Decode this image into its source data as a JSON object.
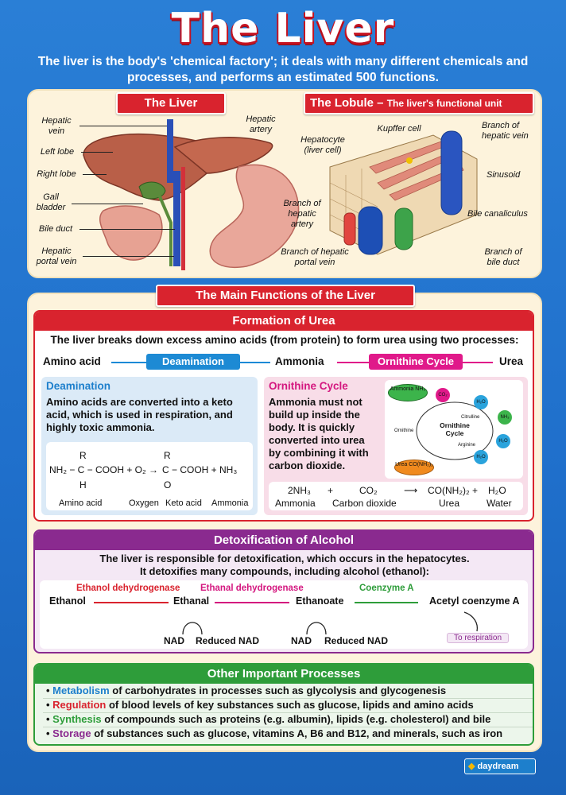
{
  "title": "The Liver",
  "subtitle": "The liver is the body's 'chemical factory'; it deals with many different chemicals and processes, and performs an estimated 500 functions.",
  "top_panel": {
    "liver_label": "The Liver",
    "lobule_label": "The Lobule",
    "lobule_sub": "The liver's functional unit",
    "liver_parts": {
      "hepatic_vein": "Hepatic vein",
      "left_lobe": "Left lobe",
      "right_lobe": "Right lobe",
      "gall_bladder": "Gall bladder",
      "bile_duct": "Bile duct",
      "hepatic_portal_vein": "Hepatic portal vein",
      "hepatic_artery": "Hepatic artery"
    },
    "lobule_parts": {
      "hepatocyte": "Hepatocyte (liver cell)",
      "kupffer": "Kupffer cell",
      "branch_hepatic_vein": "Branch of hepatic vein",
      "sinusoid": "Sinusoid",
      "bile_canaliculus": "Bile canaliculus",
      "branch_hepatic_artery": "Branch of hepatic artery",
      "branch_portal_vein": "Branch of hepatic portal vein",
      "branch_bile_duct": "Branch of bile duct"
    }
  },
  "main_functions_label": "The Main Functions of the Liver",
  "urea": {
    "header": "Formation of Urea",
    "intro": "The liver breaks down excess amino acids (from protein) to form urea using two processes:",
    "flow": {
      "amino_acid": "Amino acid",
      "deamination": "Deamination",
      "ammonia": "Ammonia",
      "ornithine": "Ornithine Cycle",
      "urea": "Urea"
    },
    "deam_box": {
      "title": "Deamination",
      "text": "Amino acids are converted into a keto acid, which is used in respiration, and highly toxic ammonia.",
      "eq_left": "NH₂ − C − COOH + O₂ →",
      "eq_right": "C − COOH + NH₃",
      "r_top": "R",
      "h_bottom": "H",
      "o_bottom": "O",
      "labels": [
        "Amino acid",
        "Oxygen",
        "Keto acid",
        "Ammonia"
      ]
    },
    "orn_box": {
      "title": "Ornithine Cycle",
      "text": "Ammonia must not build up inside the body. It is quickly converted into urea by combining it with carbon dioxide.",
      "cycle": {
        "center": "Ornithine Cycle",
        "ammonia": "Ammonia NH₃",
        "co2": "CO₂",
        "h2o": "H₂O",
        "nh3": "NH₃",
        "citrulline": "Citrulline",
        "arginine": "Arginine",
        "ornithine": "Ornithine",
        "urea": "Urea CO(NH₂)₂"
      },
      "equation": {
        "a": "2NH₃",
        "plus1": "+",
        "b": "CO₂",
        "arrow": "⟶",
        "c": "CO(NH₂)₂",
        "plus2": "+",
        "d": "H₂O",
        "la": "Ammonia",
        "lb": "Carbon dioxide",
        "lc": "Urea",
        "ld": "Water"
      }
    }
  },
  "alcohol": {
    "header": "Detoxification of Alcohol",
    "text1": "The liver is responsible for detoxification, which occurs in the hepatocytes.",
    "text2": "It detoxifies many compounds, including alcohol (ethanol):",
    "ethanol": "Ethanol",
    "enz1": "Ethanol dehydrogenase",
    "ethanal": "Ethanal",
    "enz2": "Ethanal dehydrogenase",
    "ethanoate": "Ethanoate",
    "enz3": "Coenzyme A",
    "acetyl": "Acetyl coenzyme A",
    "nad1": "NAD",
    "rnad1": "Reduced NAD",
    "nad2": "NAD",
    "rnad2": "Reduced NAD",
    "resp": "To respiration"
  },
  "other": {
    "header": "Other Important Processes",
    "items": [
      {
        "key": "Metabolism",
        "rest": " of carbohydrates in processes such as glycolysis and glycogenesis"
      },
      {
        "key": "Regulation",
        "rest": " of blood levels of key substances such as glucose, lipids and amino acids"
      },
      {
        "key": "Synthesis",
        "rest": " of compounds such as proteins (e.g. albumin), lipids (e.g. cholesterol) and bile"
      },
      {
        "key": "Storage",
        "rest": " of substances such as glucose, vitamins A, B6 and B12, and minerals, such as iron"
      }
    ]
  },
  "logo": "daydream",
  "colors": {
    "blue": "#1f6fcb",
    "red": "#d9232e",
    "purple": "#8a2a8f",
    "green": "#2e9d3a",
    "magenta": "#e0198a"
  }
}
